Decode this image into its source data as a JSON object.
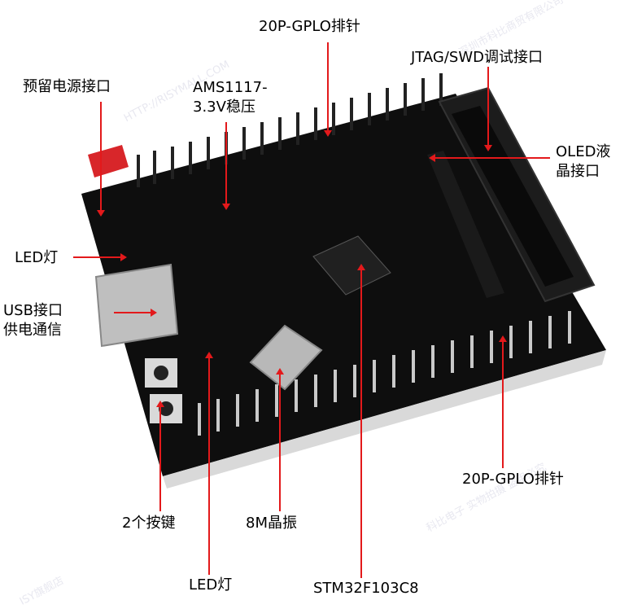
{
  "labels": {
    "gpio_top": "20P-GPLO排针",
    "jtag": "JTAG/SWD调试接口",
    "reserved_power": "预留电源接口",
    "ams": "AMS1117-\n3.3V稳压",
    "oled": "OLED液\n晶接口",
    "led_left": "LED灯",
    "usb": "USB接口\n供电通信",
    "gpio_bottom": "20P-GPLO排针",
    "buttons": "2个按键",
    "crystal": "8M晶振",
    "led_bottom": "LED灯",
    "mcu": "STM32F103C8"
  },
  "watermark": {
    "line1": "ISY旗舰店",
    "line2": "深圳市科比商贸有限公司",
    "line3": "HTTP://RISYMALL.COM",
    "line4": "科比电子 实物拍摄 盗用必究"
  },
  "colors": {
    "arrow": "#e3191b",
    "board": "#101010",
    "header_red": "#d8262a"
  }
}
